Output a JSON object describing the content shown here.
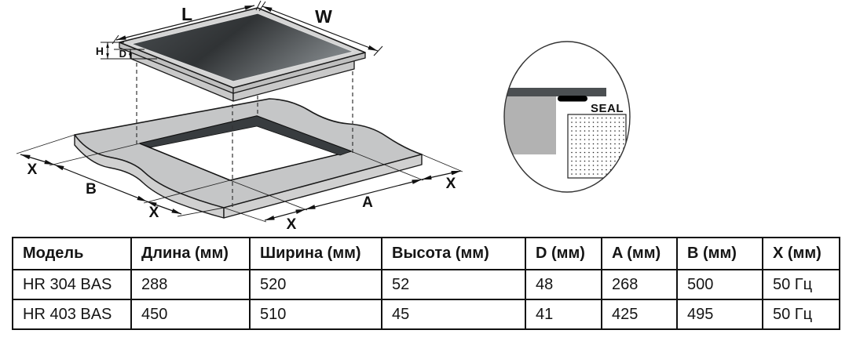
{
  "diagram": {
    "dim_labels": {
      "top_length": "L",
      "top_width": "W",
      "height": "H",
      "depth": "D",
      "left_chain": [
        "X",
        "B",
        "X"
      ],
      "bottom_chain": [
        "X",
        "A",
        "X"
      ]
    },
    "seal_detail": {
      "label": "SEAL"
    },
    "colors": {
      "slab_top": "#c5c6c7",
      "slab_side": "#d0d0d0",
      "rim": "#d4d4d4",
      "rim_side": "#bfbfbf",
      "body_side": "#c9c9c9",
      "cutout_wall": "#383c3f",
      "cutout_hole": "#ffffff",
      "glass_detail_bar": "#4b4f52",
      "hob_body_detail": "#b2b2b2",
      "outline": "#1a1a1a"
    }
  },
  "table": {
    "headers": [
      "Модель",
      "Длина (мм)",
      "Ширина (мм)",
      "Высота (мм)",
      "D (мм)",
      "A (мм)",
      "B (мм)",
      "X (мм)"
    ],
    "rows": [
      [
        "HR 304 BAS",
        "288",
        "520",
        "52",
        "48",
        "268",
        "500",
        "50 Гц"
      ],
      [
        "HR 403 BAS",
        "450",
        "510",
        "45",
        "41",
        "425",
        "495",
        "50 Гц"
      ]
    ]
  }
}
